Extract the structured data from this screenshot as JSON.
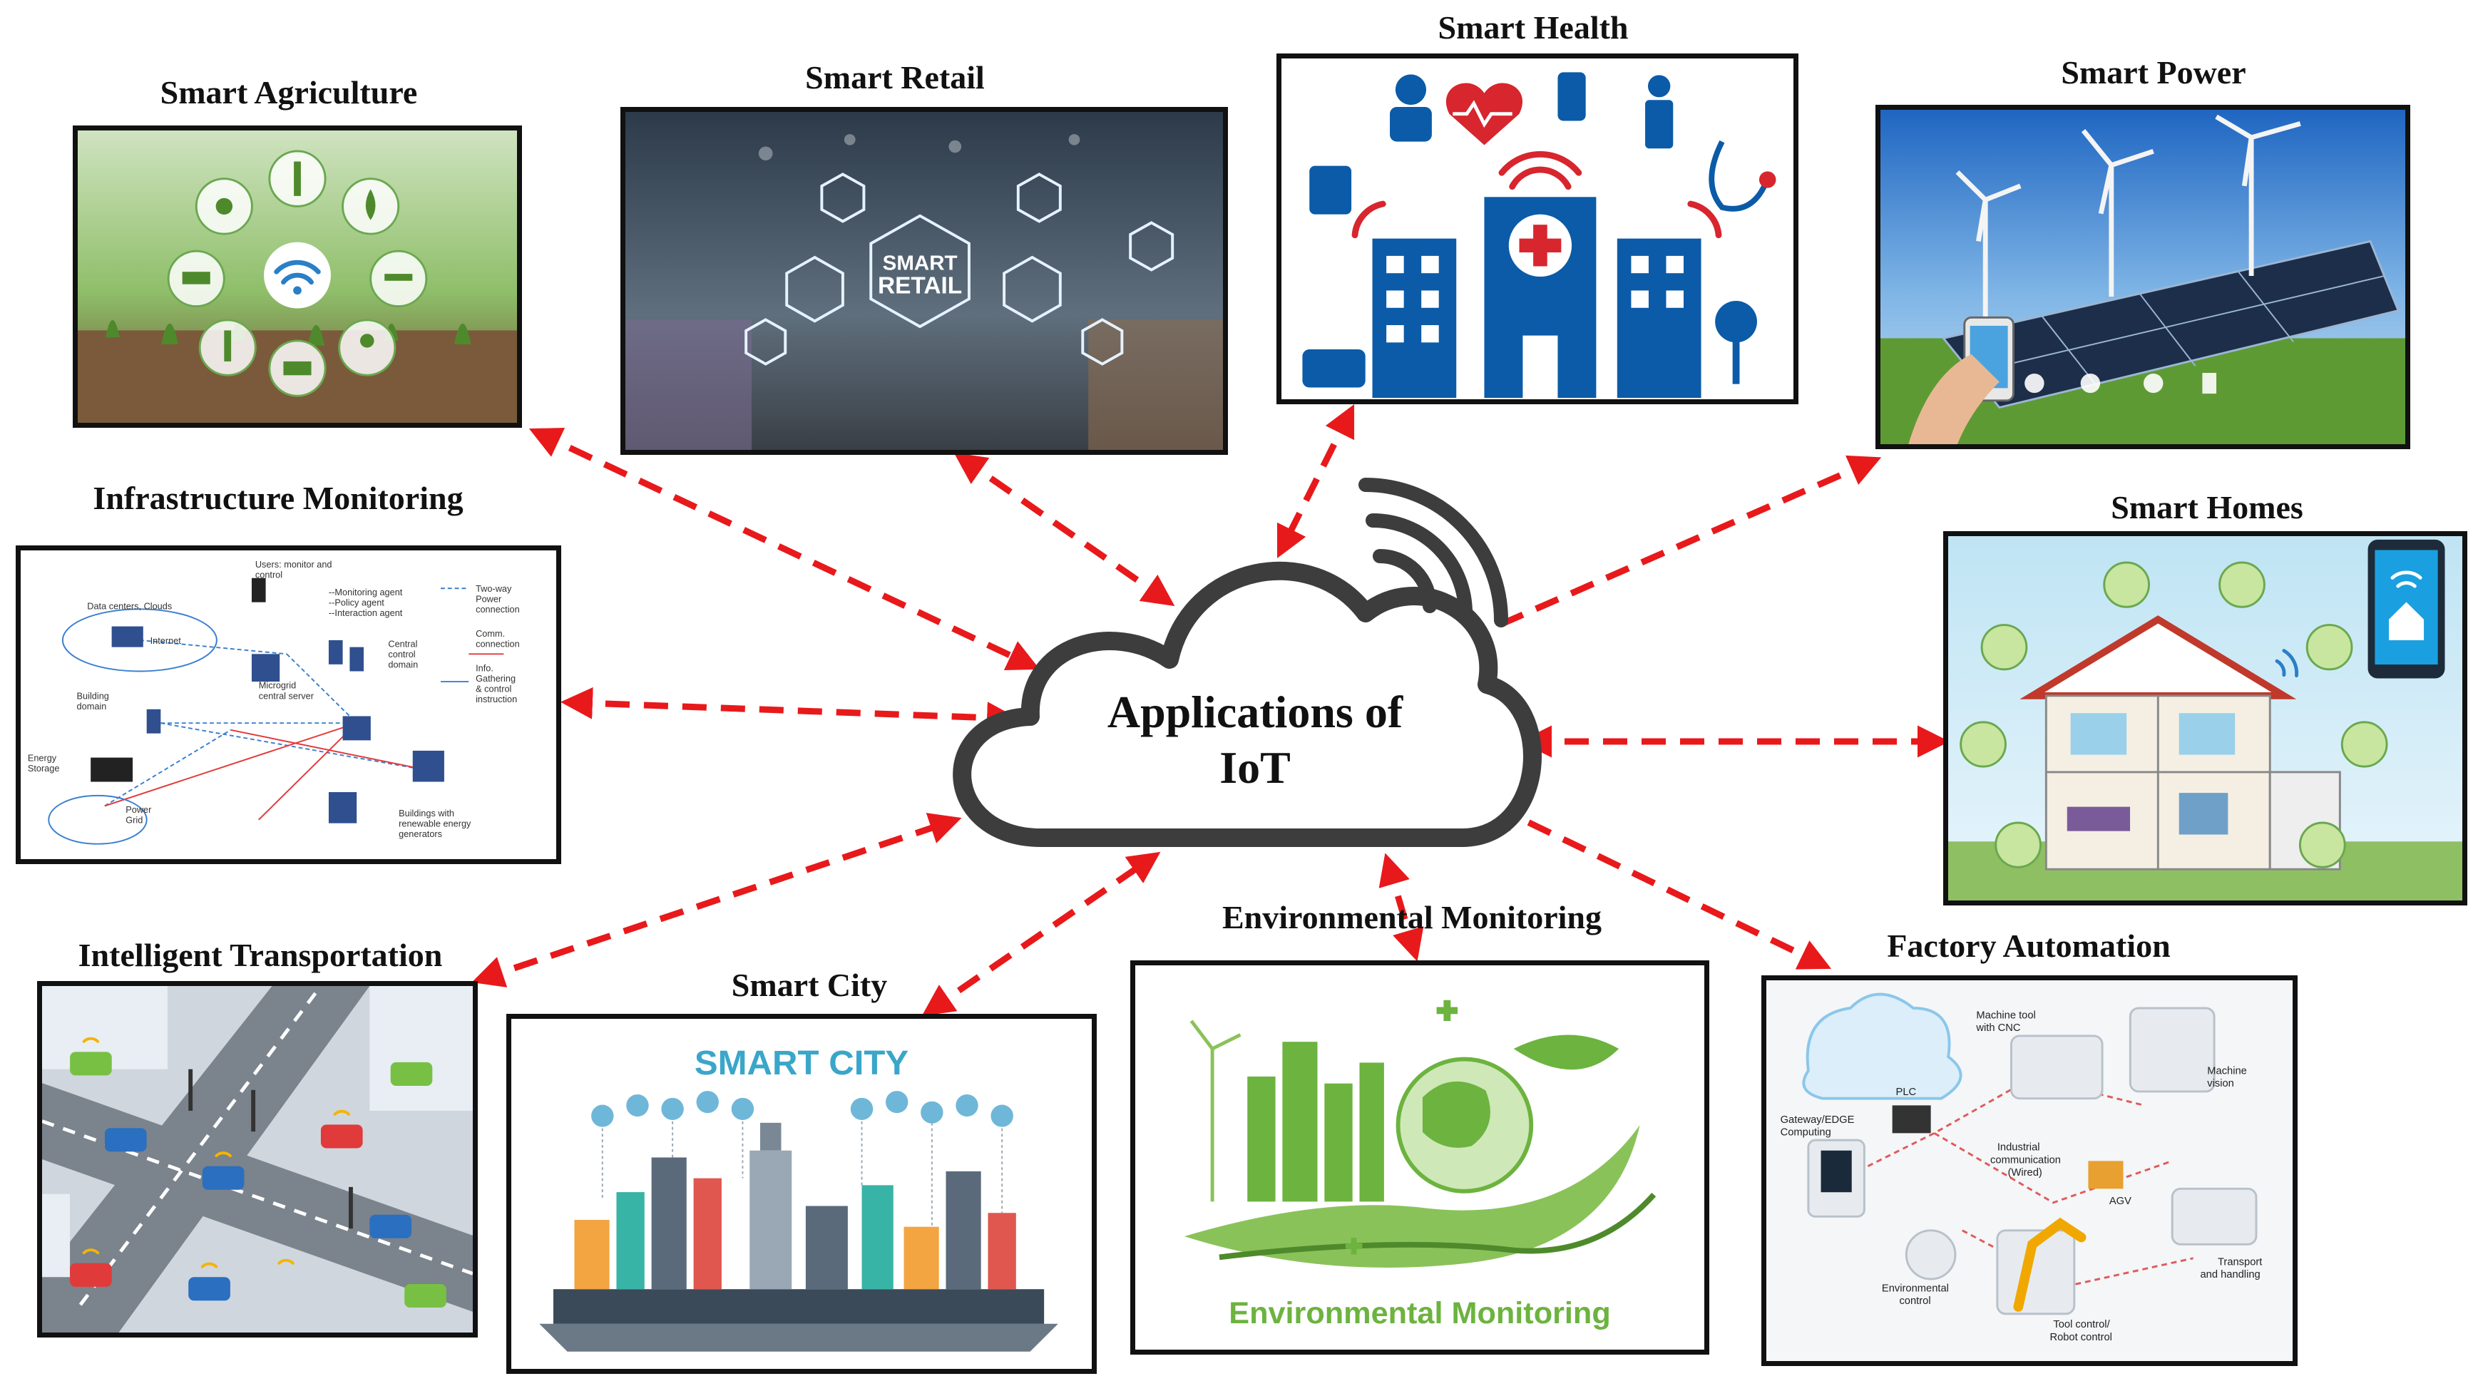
{
  "center": {
    "title_line1": "Applications of",
    "title_line2": "IoT"
  },
  "applications": [
    {
      "id": "agriculture",
      "label": "Smart Agriculture"
    },
    {
      "id": "retail",
      "label": "Smart Retail"
    },
    {
      "id": "health",
      "label": "Smart Health"
    },
    {
      "id": "power",
      "label": "Smart Power"
    },
    {
      "id": "infrastructure",
      "label": "Infrastructure Monitoring"
    },
    {
      "id": "homes",
      "label": "Smart Homes"
    },
    {
      "id": "transportation",
      "label": "Intelligent Transportation"
    },
    {
      "id": "city",
      "label": "Smart City"
    },
    {
      "id": "environment",
      "label": "Environmental Monitoring"
    },
    {
      "id": "factory",
      "label": "Factory Automation"
    }
  ],
  "panel_text": {
    "retail_sign": "SMART\nRETAIL",
    "city_sign": "SMART CITY",
    "environment_banner": "Environmental Monitoring",
    "infrastructure_notes": [
      "Users: monitor and control",
      "Data centers, Clouds",
      "Internet",
      "Monitoring agent",
      "Policy agent",
      "Interaction agent",
      "Two-way Power connection",
      "Comm. connection",
      "Info. Gathering & control instruction",
      "Central control domain",
      "Microgrid central server",
      "Building domain",
      "Energy Storage",
      "Power Grid",
      "Buildings with renewable energy generators"
    ],
    "factory_notes": [
      "Machine tool with CNC",
      "Machine vision",
      "Gateway/EDGE Computing",
      "PLC",
      "Industrial communication (Wired)",
      "AGV",
      "Environmental control",
      "Tool control/ Robot control",
      "Transport and handling"
    ]
  },
  "colors": {
    "arrow": "#e8191b",
    "cloud_stroke": "#3d3d3d",
    "health_blue": "#0b5ba8",
    "health_red": "#d7262e",
    "agri_green": "#4e8a2b",
    "env_green": "#6cb33f"
  }
}
